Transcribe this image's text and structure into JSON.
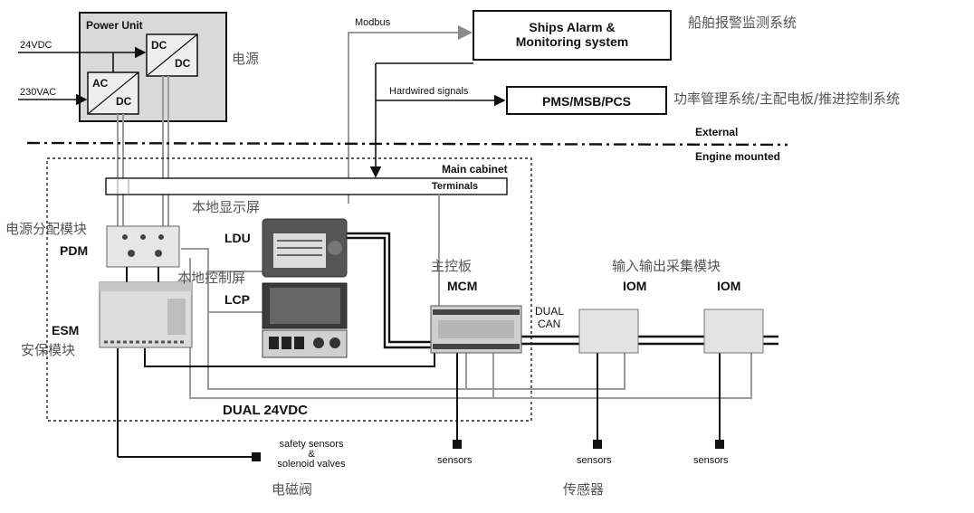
{
  "power_unit": {
    "title": "Power Unit",
    "in_24vdc": "24VDC",
    "in_230vac": "230VAC",
    "acdc_top": "AC",
    "acdc_bottom": "DC",
    "dcdc_top": "DC",
    "dcdc_bottom": "DC",
    "cn_label": "电源"
  },
  "external": {
    "modbus": "Modbus",
    "hardwired": "Hardwired signals",
    "alarm_line1": "Ships Alarm &",
    "alarm_line2": "Monitoring system",
    "alarm_cn": "船舶报警监测系统",
    "pms": "PMS/MSB/PCS",
    "pms_cn": "功率管理系统/主配电板/推进控制系统",
    "external_label": "External",
    "engine_label": "Engine mounted"
  },
  "cabinet": {
    "title": "Main cabinet",
    "terminals": "Terminals",
    "pdm": "PDM",
    "pdm_cn": "电源分配模块",
    "ldu": "LDU",
    "ldu_cn": "本地显示屏",
    "lcp": "LCP",
    "lcp_cn": "本地控制屏",
    "esm": "ESM",
    "esm_cn": "安保模块",
    "mcm": "MCM",
    "mcm_cn": "主控板",
    "dual_can_1": "DUAL",
    "dual_can_2": "CAN",
    "dual_24vdc": "DUAL 24VDC"
  },
  "io": {
    "iom_cn": "输入输出采集模块",
    "iom1": "IOM",
    "iom2": "IOM"
  },
  "field": {
    "safety_1": "safety sensors",
    "safety_2": "&",
    "safety_3": "solenoid valves",
    "valve_cn": "电磁阀",
    "sensors_1": "sensors",
    "sensors_2": "sensors",
    "sensors_3": "sensors",
    "sensor_cn": "传感器"
  },
  "colors": {
    "line_dark": "#111111",
    "line_gray": "#9a9a9a",
    "box_fill": "#d9d9d9",
    "device_fill": "#e6e6e6"
  }
}
